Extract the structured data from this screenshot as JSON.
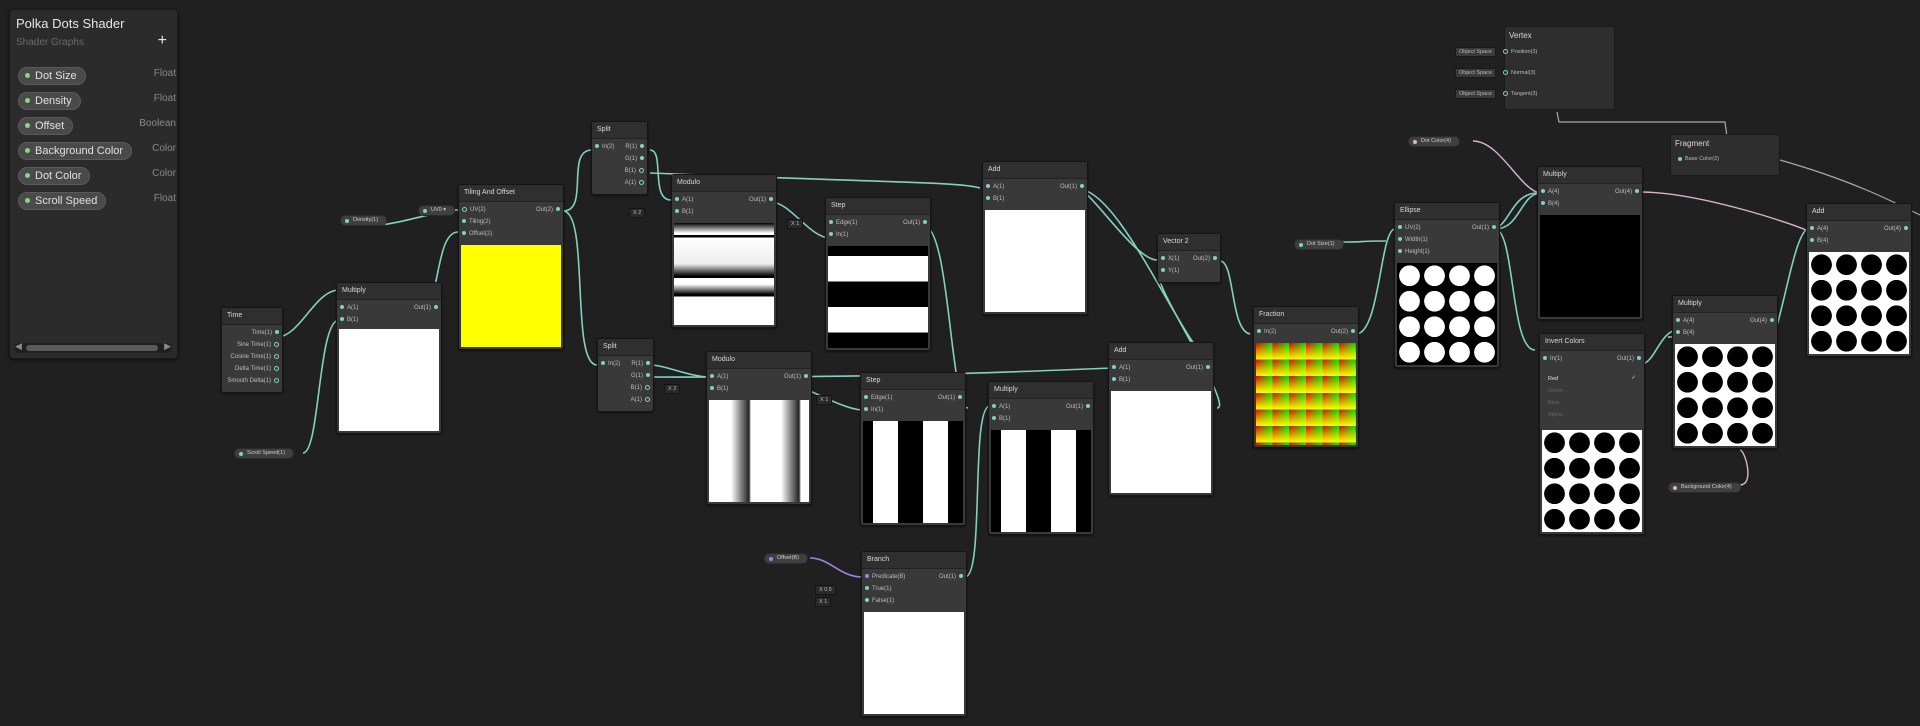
{
  "blackboard": {
    "title": "Polka Dots Shader",
    "subtitle": "Shader Graphs",
    "add_label": "+",
    "properties": [
      {
        "name": "Dot Size",
        "type": "Float"
      },
      {
        "name": "Density",
        "type": "Float"
      },
      {
        "name": "Offset",
        "type": "Boolean"
      },
      {
        "name": "Background Color",
        "type": "Color"
      },
      {
        "name": "Dot Color",
        "type": "Color"
      },
      {
        "name": "Scroll Speed",
        "type": "Float"
      }
    ],
    "scroll_left": "◀",
    "scroll_right": "▶"
  },
  "chips": {
    "density": "Density(1)",
    "uv": "UV0 ▾",
    "scroll_speed": "Scroll Speed(1)",
    "offset": "Offset(B)",
    "dot_color": "Dot Color(4)",
    "dot_size": "Dot Size(1)",
    "background_color": "Background Color(4)"
  },
  "nodes": {
    "time": {
      "title": "Time",
      "outputs": [
        "Time(1)",
        "Sine Time(1)",
        "Cosine Time(1)",
        "Delta Time(1)",
        "Smooth Delta(1)"
      ]
    },
    "multiply1": {
      "title": "Multiply",
      "inputs": [
        "A(1)",
        "B(1)"
      ],
      "outputs": [
        "Out(1)"
      ]
    },
    "tiling": {
      "title": "Tiling And Offset",
      "inputs": [
        "UV(2)",
        "Tiling(2)",
        "Offset(2)"
      ],
      "outputs": [
        "Out(2)"
      ]
    },
    "split1": {
      "title": "Split",
      "inputs": [
        "In(2)"
      ],
      "outputs": [
        "R(1)",
        "G(1)",
        "B(1)",
        "A(1)"
      ]
    },
    "split2": {
      "title": "Split",
      "inputs": [
        "In(2)"
      ],
      "outputs": [
        "R(1)",
        "G(1)",
        "B(1)",
        "A(1)"
      ]
    },
    "modulo1": {
      "title": "Modulo",
      "inputs": [
        "A(1)",
        "B(1)"
      ],
      "outputs": [
        "Out(1)"
      ],
      "b_value": "2"
    },
    "modulo2": {
      "title": "Modulo",
      "inputs": [
        "A(1)",
        "B(1)"
      ],
      "outputs": [
        "Out(1)"
      ],
      "b_value": "2"
    },
    "step1": {
      "title": "Step",
      "inputs": [
        "Edge(1)",
        "In(1)"
      ],
      "outputs": [
        "Out(1)"
      ],
      "edge_value": "1"
    },
    "step2": {
      "title": "Step",
      "inputs": [
        "Edge(1)",
        "In(1)"
      ],
      "outputs": [
        "Out(1)"
      ],
      "edge_value": "1"
    },
    "add1": {
      "title": "Add",
      "inputs": [
        "A(1)",
        "B(1)"
      ],
      "outputs": [
        "Out(1)"
      ]
    },
    "add2": {
      "title": "Add",
      "inputs": [
        "A(1)",
        "B(1)"
      ],
      "outputs": [
        "Out(1)"
      ]
    },
    "multiply2": {
      "title": "Multiply",
      "inputs": [
        "A(1)",
        "B(1)"
      ],
      "outputs": [
        "Out(1)"
      ]
    },
    "branch": {
      "title": "Branch",
      "inputs": [
        "Predicate(B)",
        "True(1)",
        "False(1)"
      ],
      "outputs": [
        "Out(1)"
      ],
      "true_value": "0.5",
      "false_value": "1"
    },
    "vector2": {
      "title": "Vector 2",
      "inputs": [
        "X(1)",
        "Y(1)"
      ],
      "outputs": [
        "Out(2)"
      ]
    },
    "fraction": {
      "title": "Fraction",
      "inputs": [
        "In(2)"
      ],
      "outputs": [
        "Out(2)"
      ]
    },
    "ellipse": {
      "title": "Ellipse",
      "inputs": [
        "UV(2)",
        "Width(1)",
        "Height(1)"
      ],
      "outputs": [
        "Out(1)"
      ]
    },
    "multiply3": {
      "title": "Multiply",
      "inputs": [
        "A(4)",
        "B(4)"
      ],
      "outputs": [
        "Out(4)"
      ]
    },
    "invert": {
      "title": "Invert Colors",
      "inputs": [
        "In(1)"
      ],
      "outputs": [
        "Out(1)"
      ],
      "toggles": [
        "Red",
        "Green",
        "Blue",
        "Alpha"
      ]
    },
    "multiply4": {
      "title": "Multiply",
      "inputs": [
        "A(4)",
        "B(4)"
      ],
      "outputs": [
        "Out(4)"
      ]
    },
    "add3": {
      "title": "Add",
      "inputs": [
        "A(4)",
        "B(4)"
      ],
      "outputs": [
        "Out(4)"
      ]
    }
  },
  "vertex": {
    "title": "Vertex",
    "rows": [
      {
        "space": "Object Space",
        "label": "Position(3)"
      },
      {
        "space": "Object Space",
        "label": "Normal(3)"
      },
      {
        "space": "Object Space",
        "label": "Tangent(3)"
      }
    ]
  },
  "fragment": {
    "title": "Fragment",
    "rows": [
      "Base Color(3)"
    ]
  },
  "colors": {
    "background": "#202020",
    "wire": "#84d1c0",
    "wire_bool": "#9b86e0",
    "wire_color": "#d6b6c6",
    "tiling_preview": "#ffff00"
  },
  "icons": {
    "x_label": "X",
    "checkmark": "✓",
    "dropdown": "▾"
  }
}
